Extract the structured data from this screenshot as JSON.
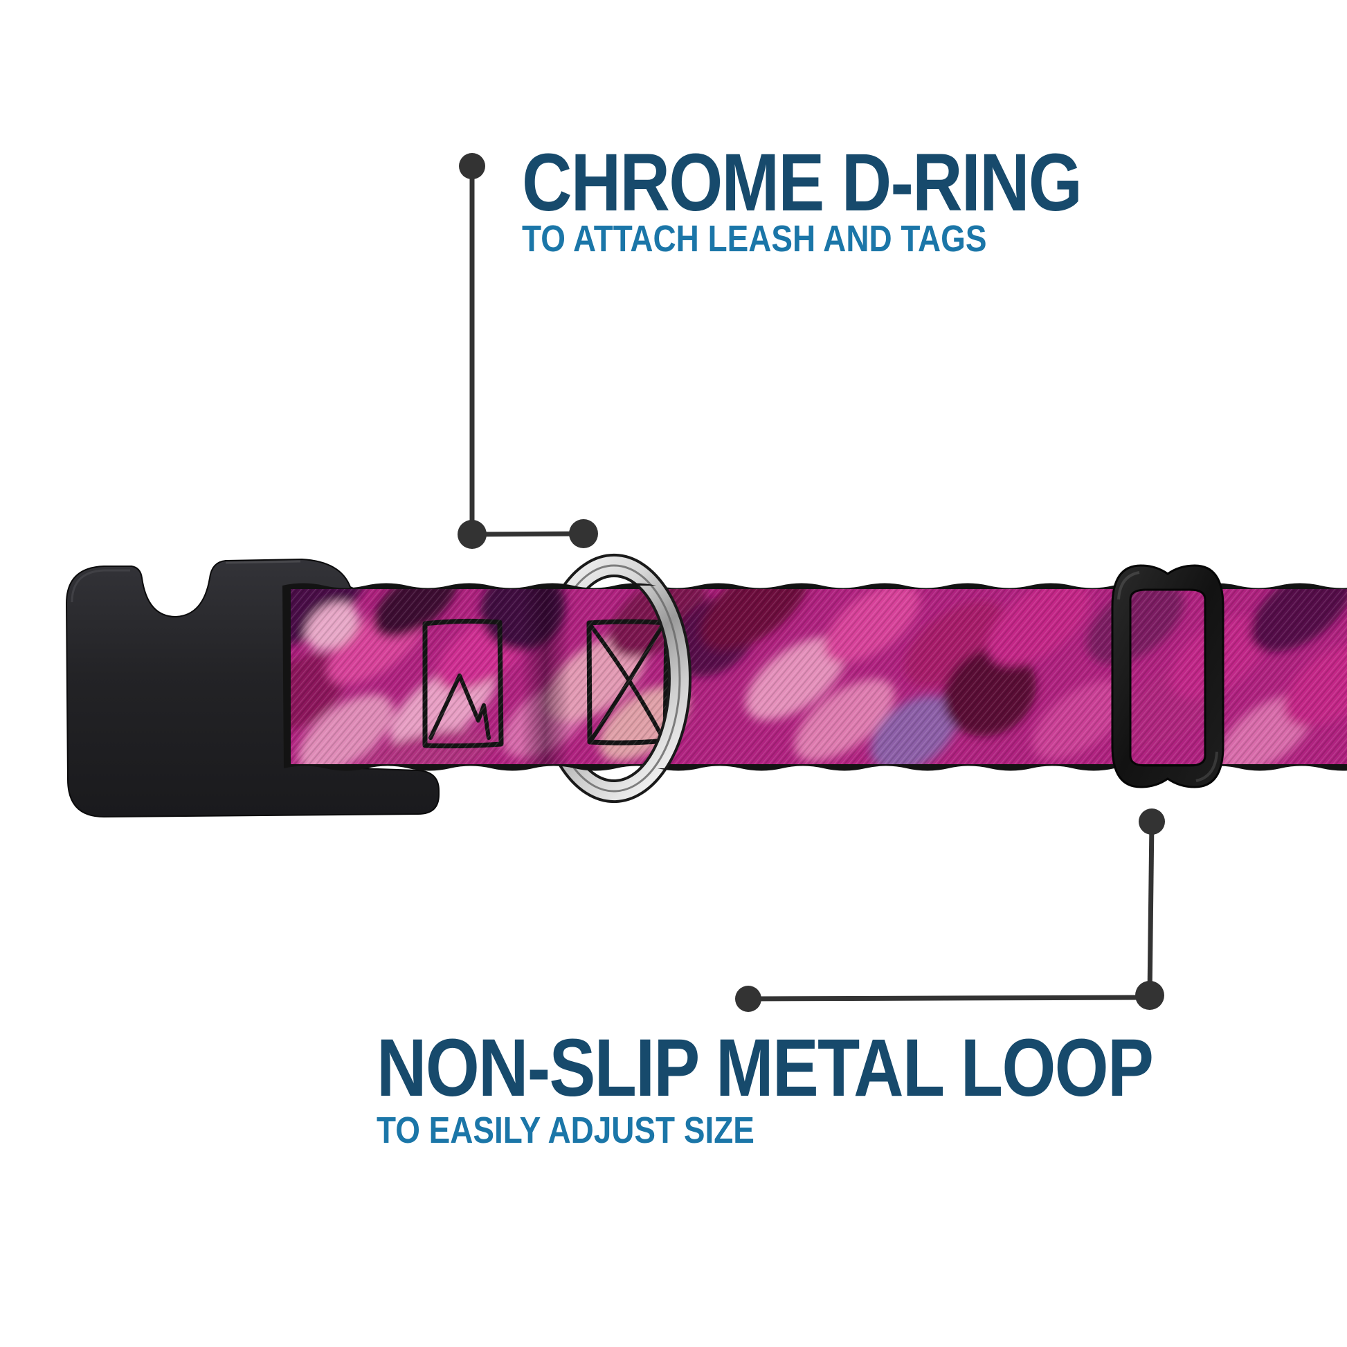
{
  "callouts": {
    "top": {
      "title": "CHROME D-RING",
      "subtitle": "TO ATTACH LEASH AND TAGS",
      "points_to": "chrome-d-ring"
    },
    "bottom": {
      "title": "NON-SLIP METAL LOOP",
      "subtitle": "TO EASILY ADJUST SIZE",
      "points_to": "metal-slider-loop"
    }
  },
  "product": {
    "type": "dog-collar-feature-diagram",
    "parts": [
      {
        "name": "side-release-buckle",
        "material": "black plastic"
      },
      {
        "name": "patterned-webbing",
        "style": "pink magenta floral fabric"
      },
      {
        "name": "chrome-d-ring",
        "material": "chrome metal"
      },
      {
        "name": "metal-slider-loop",
        "material": "black metal"
      }
    ]
  },
  "colors": {
    "background": "#ffffff",
    "title": "#174a6c",
    "subtitle": "#1b76a8",
    "callout_line": "#333333",
    "buckle_black": "#232326",
    "slider_black": "#141414",
    "chrome_light": "#f2f2f2",
    "chrome_dark": "#8f8f8f",
    "webbing_base": "#b02280",
    "webbing_dark": "#40103f",
    "webbing_light_pink": "#e89fc4",
    "webbing_edge": "#131313"
  }
}
